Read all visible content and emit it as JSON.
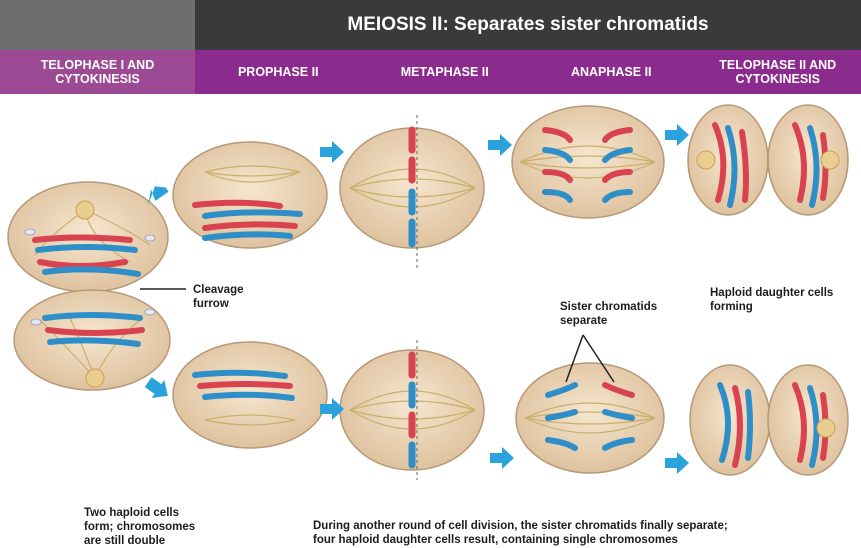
{
  "header": {
    "title": "MEIOSIS II: Separates sister chromatids",
    "phases": [
      "TELOPHASE I AND\nCYTOKINESIS",
      "PROPHASE II",
      "METAPHASE II",
      "ANAPHASE II",
      "TELOPHASE II AND\nCYTOKINESIS"
    ]
  },
  "labels": {
    "cleavage": "Cleavage\nfurrow",
    "sister": "Sister chromatids\nseparate",
    "haploid_forming": "Haploid daughter cells\nforming",
    "two_haploid": "Two haploid cells\nform; chromosomes\nare still double",
    "bottom_caption": "During another round of cell division, the sister chromatids finally separate;\nfour haploid daughter cells result, containing single chromosomes"
  },
  "colors": {
    "cell_fill": "#ecd5b5",
    "cell_edge": "#b79878",
    "spindle": "#c9b06a",
    "red": "#d8434f",
    "blue": "#2e8fc8",
    "arrow": "#2aa3dd",
    "purple": "#8c2b8e"
  }
}
